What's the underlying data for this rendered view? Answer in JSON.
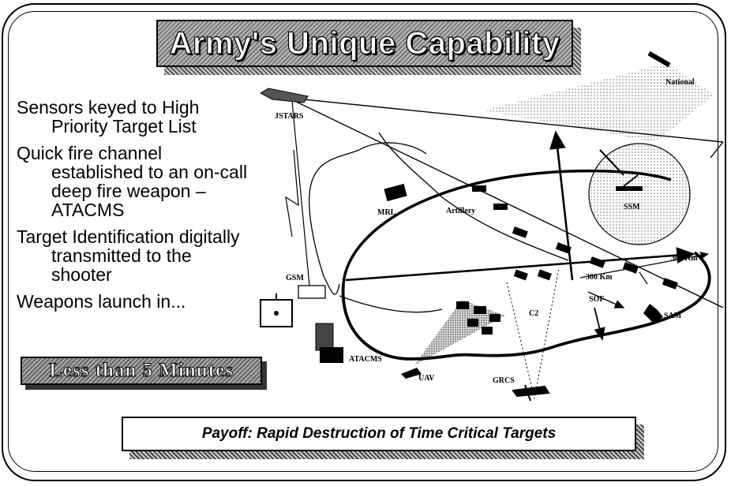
{
  "title": "Army's Unique Capability",
  "bullets": [
    {
      "line1": "Sensors keyed to High",
      "line2": "Priority Target List"
    },
    {
      "line1": "Quick fire channel",
      "line2": "established to an on-call",
      "line3": "deep fire weapon –",
      "line4": "ATACMS"
    },
    {
      "line1": "Target Identification digitally",
      "line2": "transmitted to the",
      "line3": "shooter"
    },
    {
      "line1": "Weapons launch in..."
    }
  ],
  "highlight": "Less than 5 Minutes",
  "payoff": "Payoff: Rapid Destruction of Time Critical Targets",
  "diagram_labels": {
    "national": "National",
    "jstars": "JSTARS",
    "mrl": "MRL",
    "artillery": "Artillery",
    "ssm": "SSM",
    "range_300_right": "300 Km",
    "range_300_mid": "300 Km",
    "gsm": "GSM",
    "sof": "SOF",
    "sam": "SAM",
    "c2": "C2",
    "atacms": "ATACMS",
    "uav": "UAV",
    "grcs": "GRCS"
  }
}
